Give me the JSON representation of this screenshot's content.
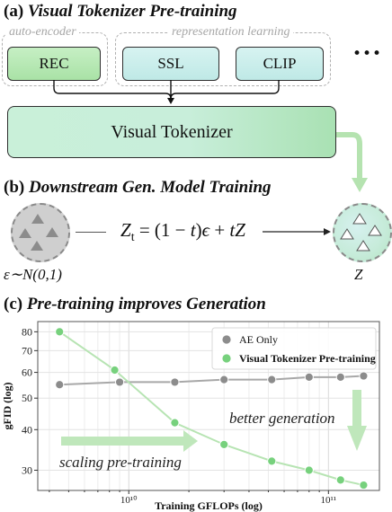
{
  "section_a": {
    "prefix": "(a) ",
    "title": "Visual Tokenizer Pre-training",
    "group_autoencoder": "auto-encoder",
    "group_repr": "representation learning",
    "box_rec": "REC",
    "box_ssl": "SSL",
    "box_clip": "CLIP",
    "ellipsis": "•••",
    "tokenizer": "Visual Tokenizer"
  },
  "section_b": {
    "prefix": "(b) ",
    "title": "Downstream Gen. Model Training",
    "noise_label": "ε∼N(0,1)",
    "z_label": "Z"
  },
  "section_c": {
    "prefix": "(c) ",
    "title": "Pre-training improves Generation"
  },
  "chart_data": {
    "type": "line",
    "xlabel": "Training GFLOPs (log)",
    "ylabel": "gFID (log)",
    "xscale": "log",
    "yscale": "log",
    "xlim": [
      3.5,
      180
    ],
    "ylim": [
      26,
      86
    ],
    "xticks": [
      {
        "value": 10,
        "label": "10¹⁰"
      },
      {
        "value": 100,
        "label": "10¹¹"
      }
    ],
    "yticks": [
      30,
      40,
      50,
      60,
      70,
      80
    ],
    "grid": true,
    "legend_position": "top-right",
    "colors": {
      "ae": "#8c8c8c",
      "vtp": "#77d17d"
    },
    "series": [
      {
        "name": "AE Only",
        "x": [
          4.5,
          9,
          17,
          30,
          52,
          80,
          115,
          150
        ],
        "y": [
          55,
          56,
          56,
          57,
          57,
          58,
          58,
          58.5
        ]
      },
      {
        "name": "Visual Tokenizer Pre-training",
        "x": [
          4.5,
          8.5,
          17,
          30,
          52,
          80,
          115,
          150
        ],
        "y": [
          80,
          61,
          42,
          36,
          32,
          30,
          28,
          27
        ]
      }
    ],
    "annotations": {
      "better": "better generation",
      "scaling": "scaling pre-training"
    }
  }
}
